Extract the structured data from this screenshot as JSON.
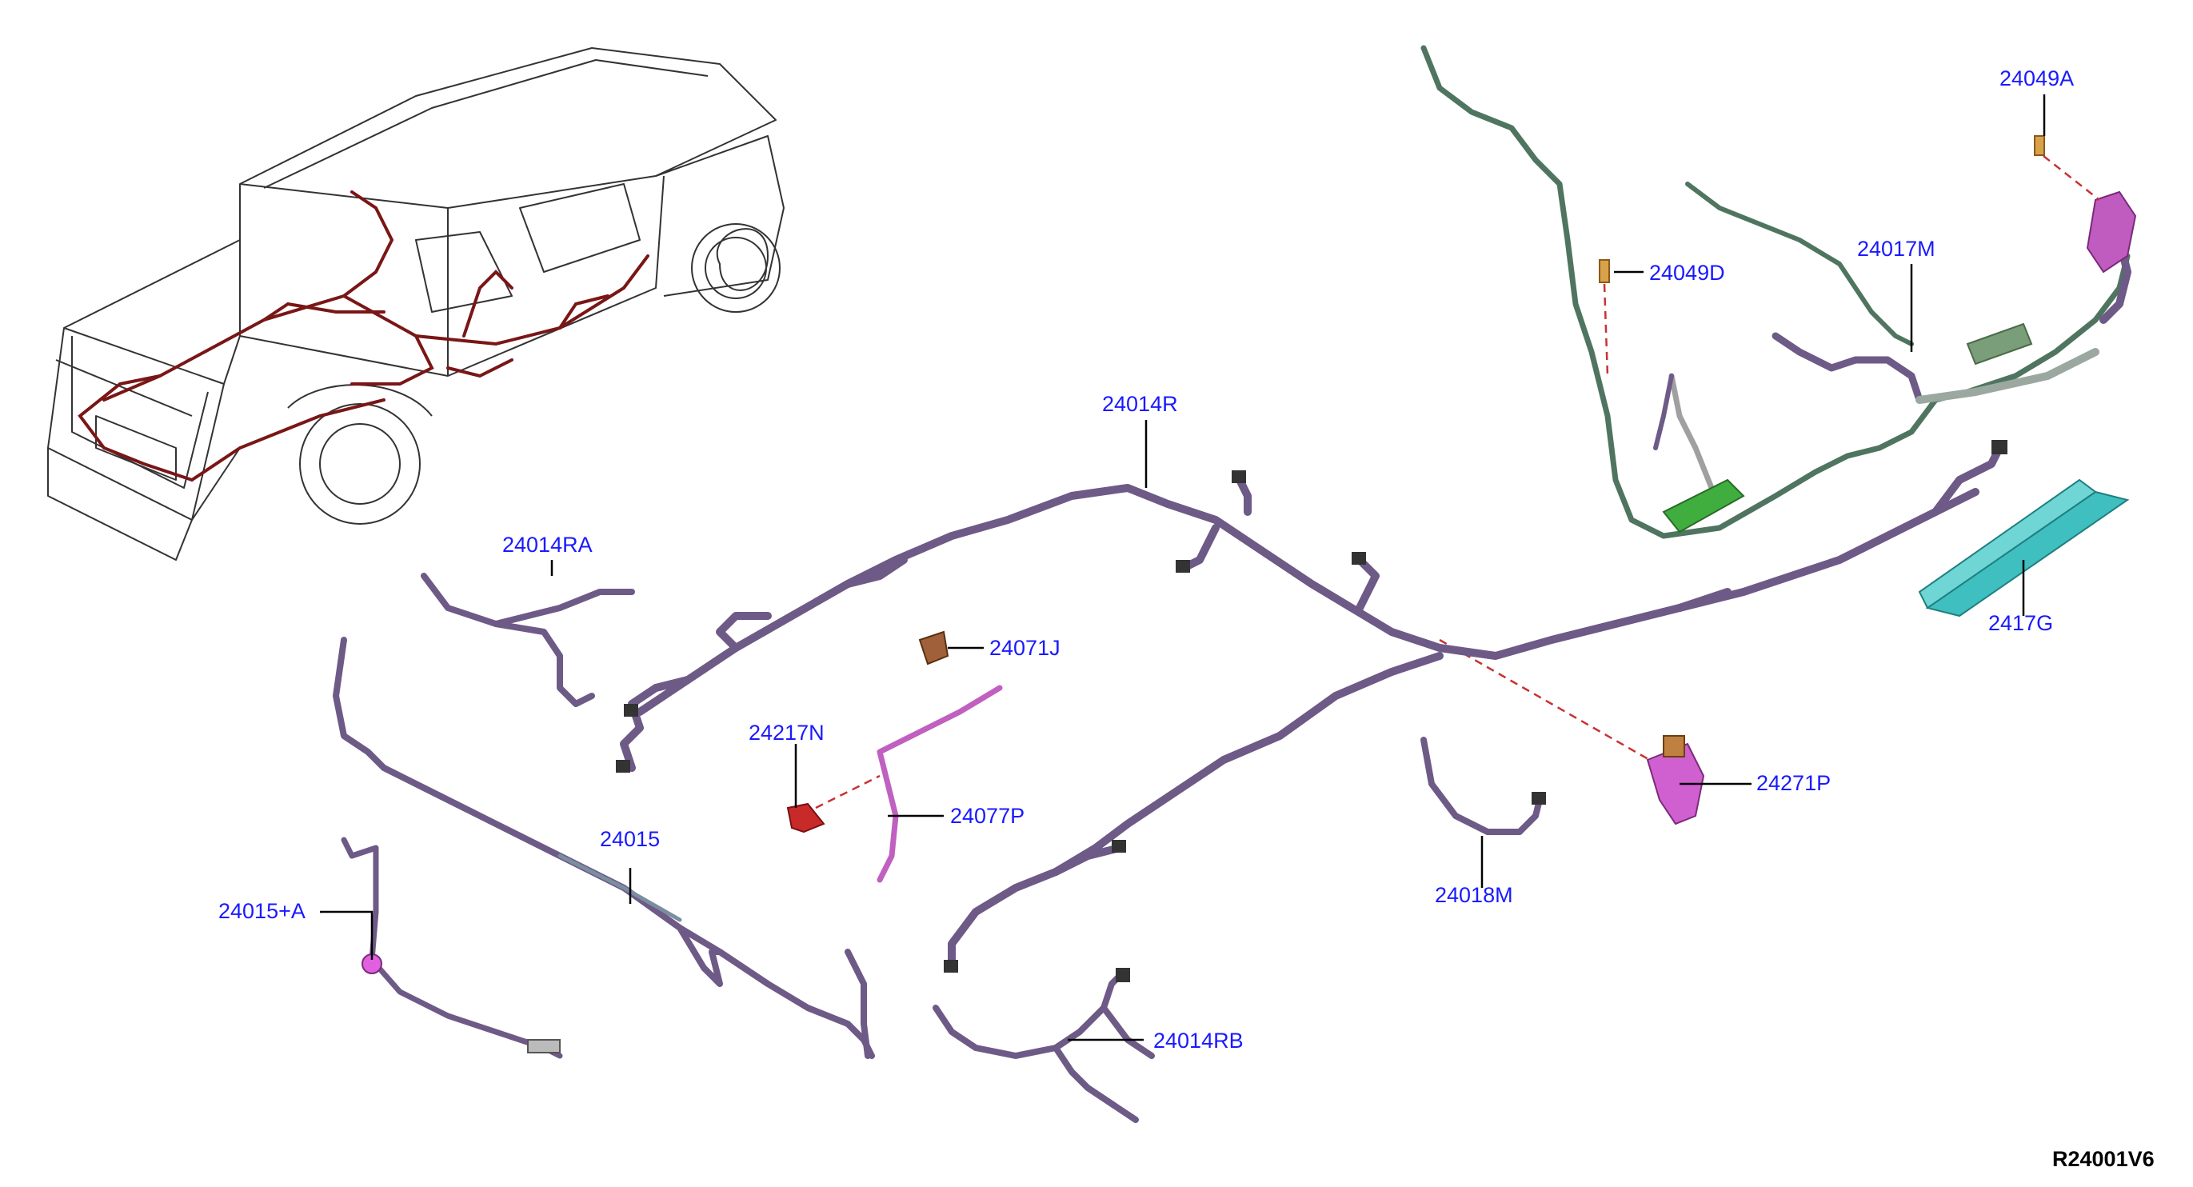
{
  "diagram": {
    "reference_code": "R24001V6",
    "colors": {
      "harness_purple": "#6e5a86",
      "harness_green": "#4f7560",
      "vehicle_harness": "#7a1616",
      "callout_blue": "#1a1aff",
      "dashed_link": "#c83232",
      "sill_cover": "#3fbfbf",
      "bracket_magenta": "#d060d0",
      "connector_dark": "#333333"
    },
    "parts": [
      {
        "id": "24049A",
        "label": "24049A"
      },
      {
        "id": "24049D",
        "label": "24049D"
      },
      {
        "id": "24017M",
        "label": "24017M"
      },
      {
        "id": "24014R",
        "label": "24014R"
      },
      {
        "id": "24014RA",
        "label": "24014RA"
      },
      {
        "id": "24071J",
        "label": "24071J"
      },
      {
        "id": "24217N",
        "label": "24217N"
      },
      {
        "id": "24077P",
        "label": "24077P"
      },
      {
        "id": "24271P",
        "label": "24271P"
      },
      {
        "id": "24015",
        "label": "24015"
      },
      {
        "id": "24015A",
        "label": "24015+A"
      },
      {
        "id": "24018M",
        "label": "24018M"
      },
      {
        "id": "24014RB",
        "label": "24014RB"
      },
      {
        "id": "2417xG",
        "label": "2417G"
      }
    ]
  }
}
